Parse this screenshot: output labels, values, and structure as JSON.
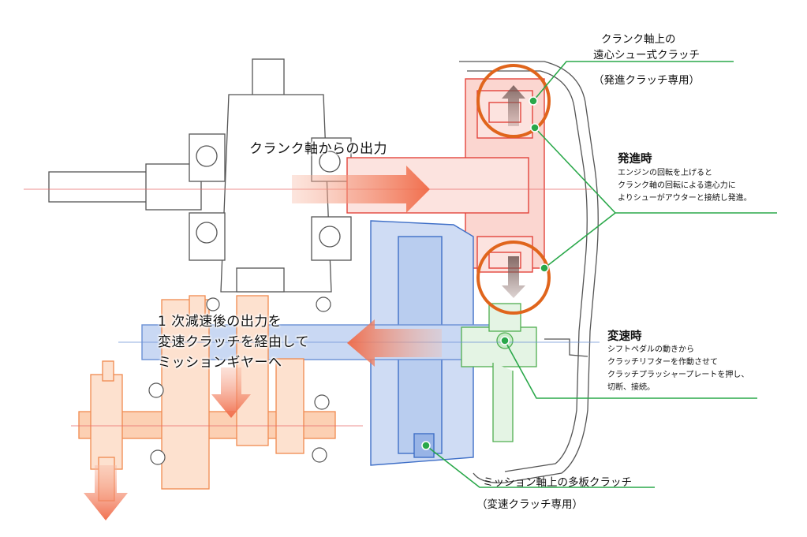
{
  "labels": {
    "crank_clutch_line1": "クランク軸上の",
    "crank_clutch_line2": "遠心シュー式クラッチ",
    "crank_clutch_note": "（発進クラッチ専用）",
    "crank_output": "クランク軸からの出力",
    "start_title": "発進時",
    "start_desc": [
      "エンジンの回転を上げると",
      "クランク軸の回転による遠心力に",
      "よりシューがアウターと接続し発進。"
    ],
    "primary_output": [
      "1 次減速後の出力を",
      "変速クラッチを経由して",
      "ミッションギヤーへ"
    ],
    "shift_title": "変速時",
    "shift_desc": [
      "シフトペダルの動きから",
      "クラッチリフターを作動させて",
      "クラッチプラッシャープレートを押し、",
      "切断、接続。"
    ],
    "multi_clutch": "ミッション軸上の多板クラッチ",
    "multi_clutch_note": "（変速クラッチ専用）"
  },
  "colors": {
    "crank_parts": "#f08a84",
    "centrifugal_clutch": "#e8745a",
    "multiplate_clutch": "#6b8fd0",
    "transmission_gears": "#f3a070",
    "clutch_lifter": "#8fcf8f",
    "callout_lines": "#2aa84a",
    "highlight_rings": "#e0651c",
    "flow_arrows": "#f07050"
  }
}
